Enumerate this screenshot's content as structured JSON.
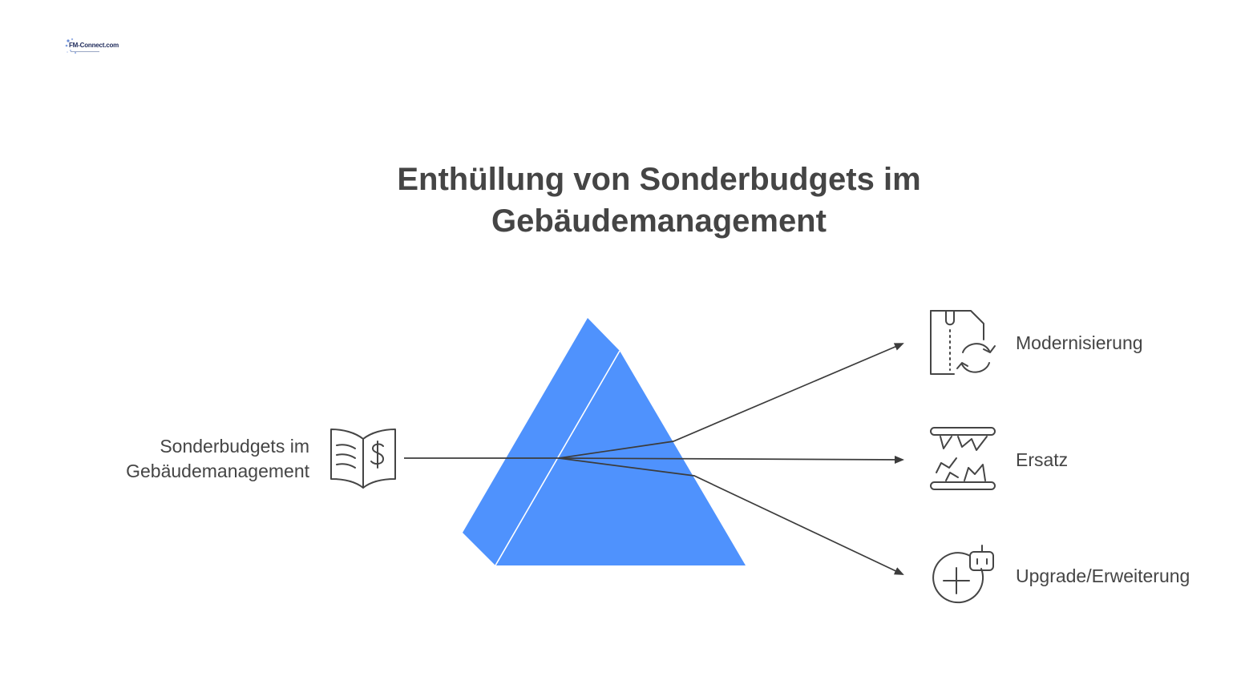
{
  "logo": {
    "text": "FM-Connect.com",
    "icon": "fm-connect-logo"
  },
  "title": {
    "line1": "Enthüllung von Sonderbudgets im",
    "line2": "Gebäudemanagement"
  },
  "source": {
    "line1": "Sonderbudgets im",
    "line2": "Gebäudemanagement",
    "icon": "book-dollar-icon"
  },
  "outputs": [
    {
      "label": "Modernisierung",
      "icon": "document-refresh-icon"
    },
    {
      "label": "Ersatz",
      "icon": "parts-replace-icon"
    },
    {
      "label": "Upgrade/Erweiterung",
      "icon": "add-robot-icon"
    }
  ],
  "colors": {
    "prism_light": "#4f92fd",
    "prism_dark": "#3f7bea",
    "text": "#454545",
    "line": "#3c3c3c"
  }
}
